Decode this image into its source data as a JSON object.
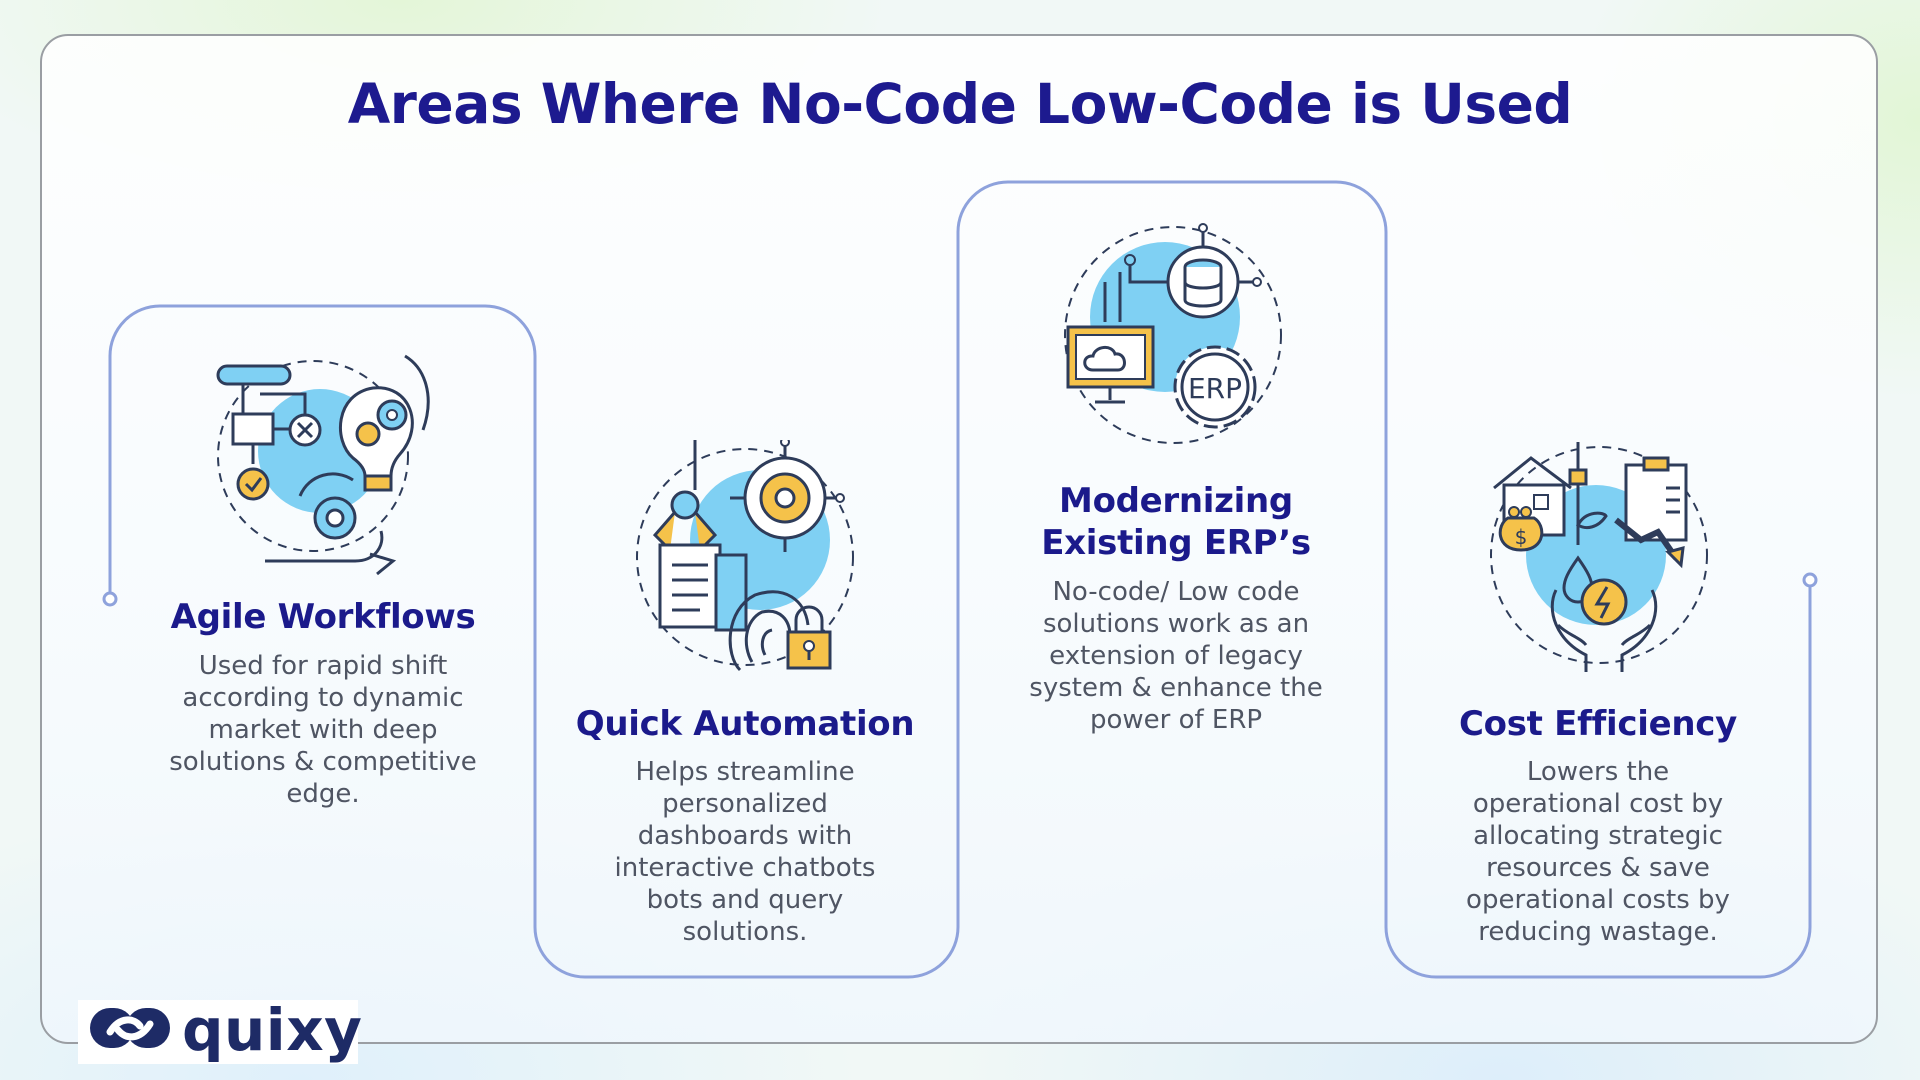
{
  "title": "Areas Where No-Code Low-Code is Used",
  "cards": [
    {
      "title": "Agile Workflows",
      "description": "Used for rapid shift according to dynamic market with deep solutions & competitive edge."
    },
    {
      "title": "Quick Automation",
      "description": "Helps streamline personalized dashboards with interactive chatbots bots and query solutions."
    },
    {
      "title": "Modernizing Existing ERP’s",
      "description": "No-code/ Low code solutions work as an extension of legacy system & enhance the power of ERP"
    },
    {
      "title": "Cost Efficiency",
      "description": "Lowers the operational cost by allocating strategic resources & save operational costs by reducing wastage."
    }
  ],
  "icons": {
    "agile": "workflow-lightbulb-gears-icon",
    "automation": "robot-arm-gear-fingerprint-icon",
    "erp": "cloud-monitor-database-erp-gear-icon",
    "cost": "house-moneybag-chart-hands-icon",
    "erp_label": "ERP",
    "dollar": "$"
  },
  "logo": {
    "text": "quixy",
    "mark": "quixy-logo-icon"
  },
  "colors": {
    "navy": "#1d1a8f",
    "light_blue": "#7fd0f3",
    "gold": "#f5c24a",
    "outline": "#2e3c5a",
    "connector": "#8ea2dc"
  }
}
